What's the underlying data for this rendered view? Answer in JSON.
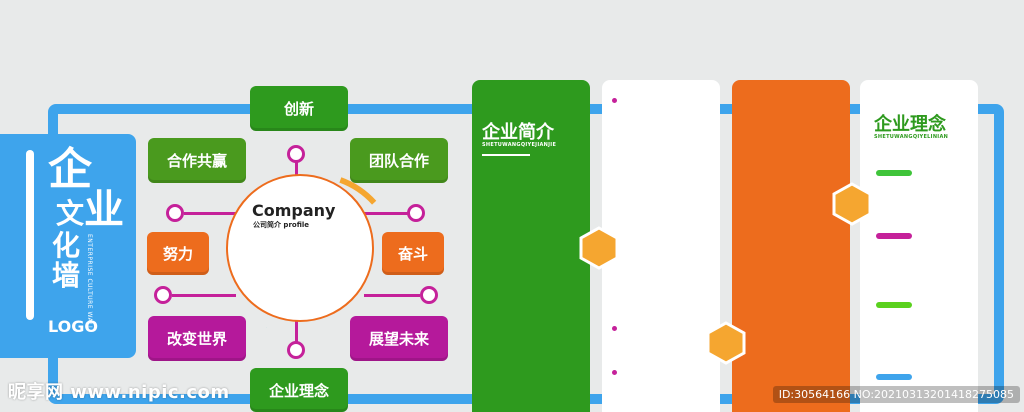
{
  "side_card": {
    "char1": "企",
    "char2": "文",
    "char3": "业",
    "char4": "化",
    "char5": "墙",
    "english": "ENTERPRISE CULTURE WALL",
    "logo": "LOGO"
  },
  "center": {
    "title": "Company",
    "subtitle": "公司简介 profile"
  },
  "tags": {
    "top": "创新",
    "top_left": "合作共赢",
    "top_right": "团队合作",
    "mid_left": "努力",
    "mid_right": "奋斗",
    "bottom_left": "改变世界",
    "bottom_right": "展望未来",
    "bottom": "企业理念"
  },
  "panels": {
    "green": {
      "title": "企业简介",
      "subtitle": "SHETUWANGQIYEJIANJIE"
    },
    "white2": {
      "title": "企业理念",
      "subtitle": "SHETUWANGQIYELINIAN"
    }
  },
  "watermark": {
    "left": "昵享网 www.nipic.com",
    "right": "ID:30564166 NO:20210313201418275085"
  },
  "colors": {
    "blue": "#3ea4ec",
    "green": "#2e9a1e",
    "orange": "#ed6c1d",
    "magenta": "#c5219a",
    "hex_fill": "#f5a630"
  }
}
